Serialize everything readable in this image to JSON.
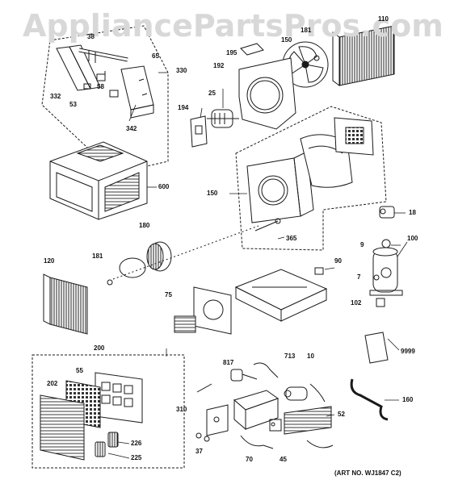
{
  "watermark": "AppliancePartsPros.com",
  "art_number": "(ART NO. WJ1847 C2)",
  "labels": {
    "p38": "38",
    "p65": "65",
    "p330": "330",
    "p332": "332",
    "p58": "58",
    "p53": "53",
    "p342": "342",
    "p195": "195",
    "p150a": "150",
    "p181a": "181",
    "p110": "110",
    "p192": "192",
    "p25": "25",
    "p194": "194",
    "p600": "600",
    "p150b": "150",
    "p365": "365",
    "p18": "18",
    "p9": "9",
    "p100": "100",
    "p180": "180",
    "p181b": "181",
    "p120": "120",
    "p90": "90",
    "p7": "7",
    "p102": "102",
    "p75": "75",
    "p9999": "9999",
    "p200": "200",
    "p817": "817",
    "p713": "713",
    "p10": "10",
    "p160": "160",
    "p55": "55",
    "p202": "202",
    "p52": "52",
    "p310": "310",
    "p37": "37",
    "p70": "70",
    "p45": "45",
    "p226": "226",
    "p225": "225"
  },
  "colors": {
    "line": "#1a1a1a",
    "shade": "#bdbdbd",
    "watermark": "#d8d8d8",
    "background": "#ffffff"
  }
}
